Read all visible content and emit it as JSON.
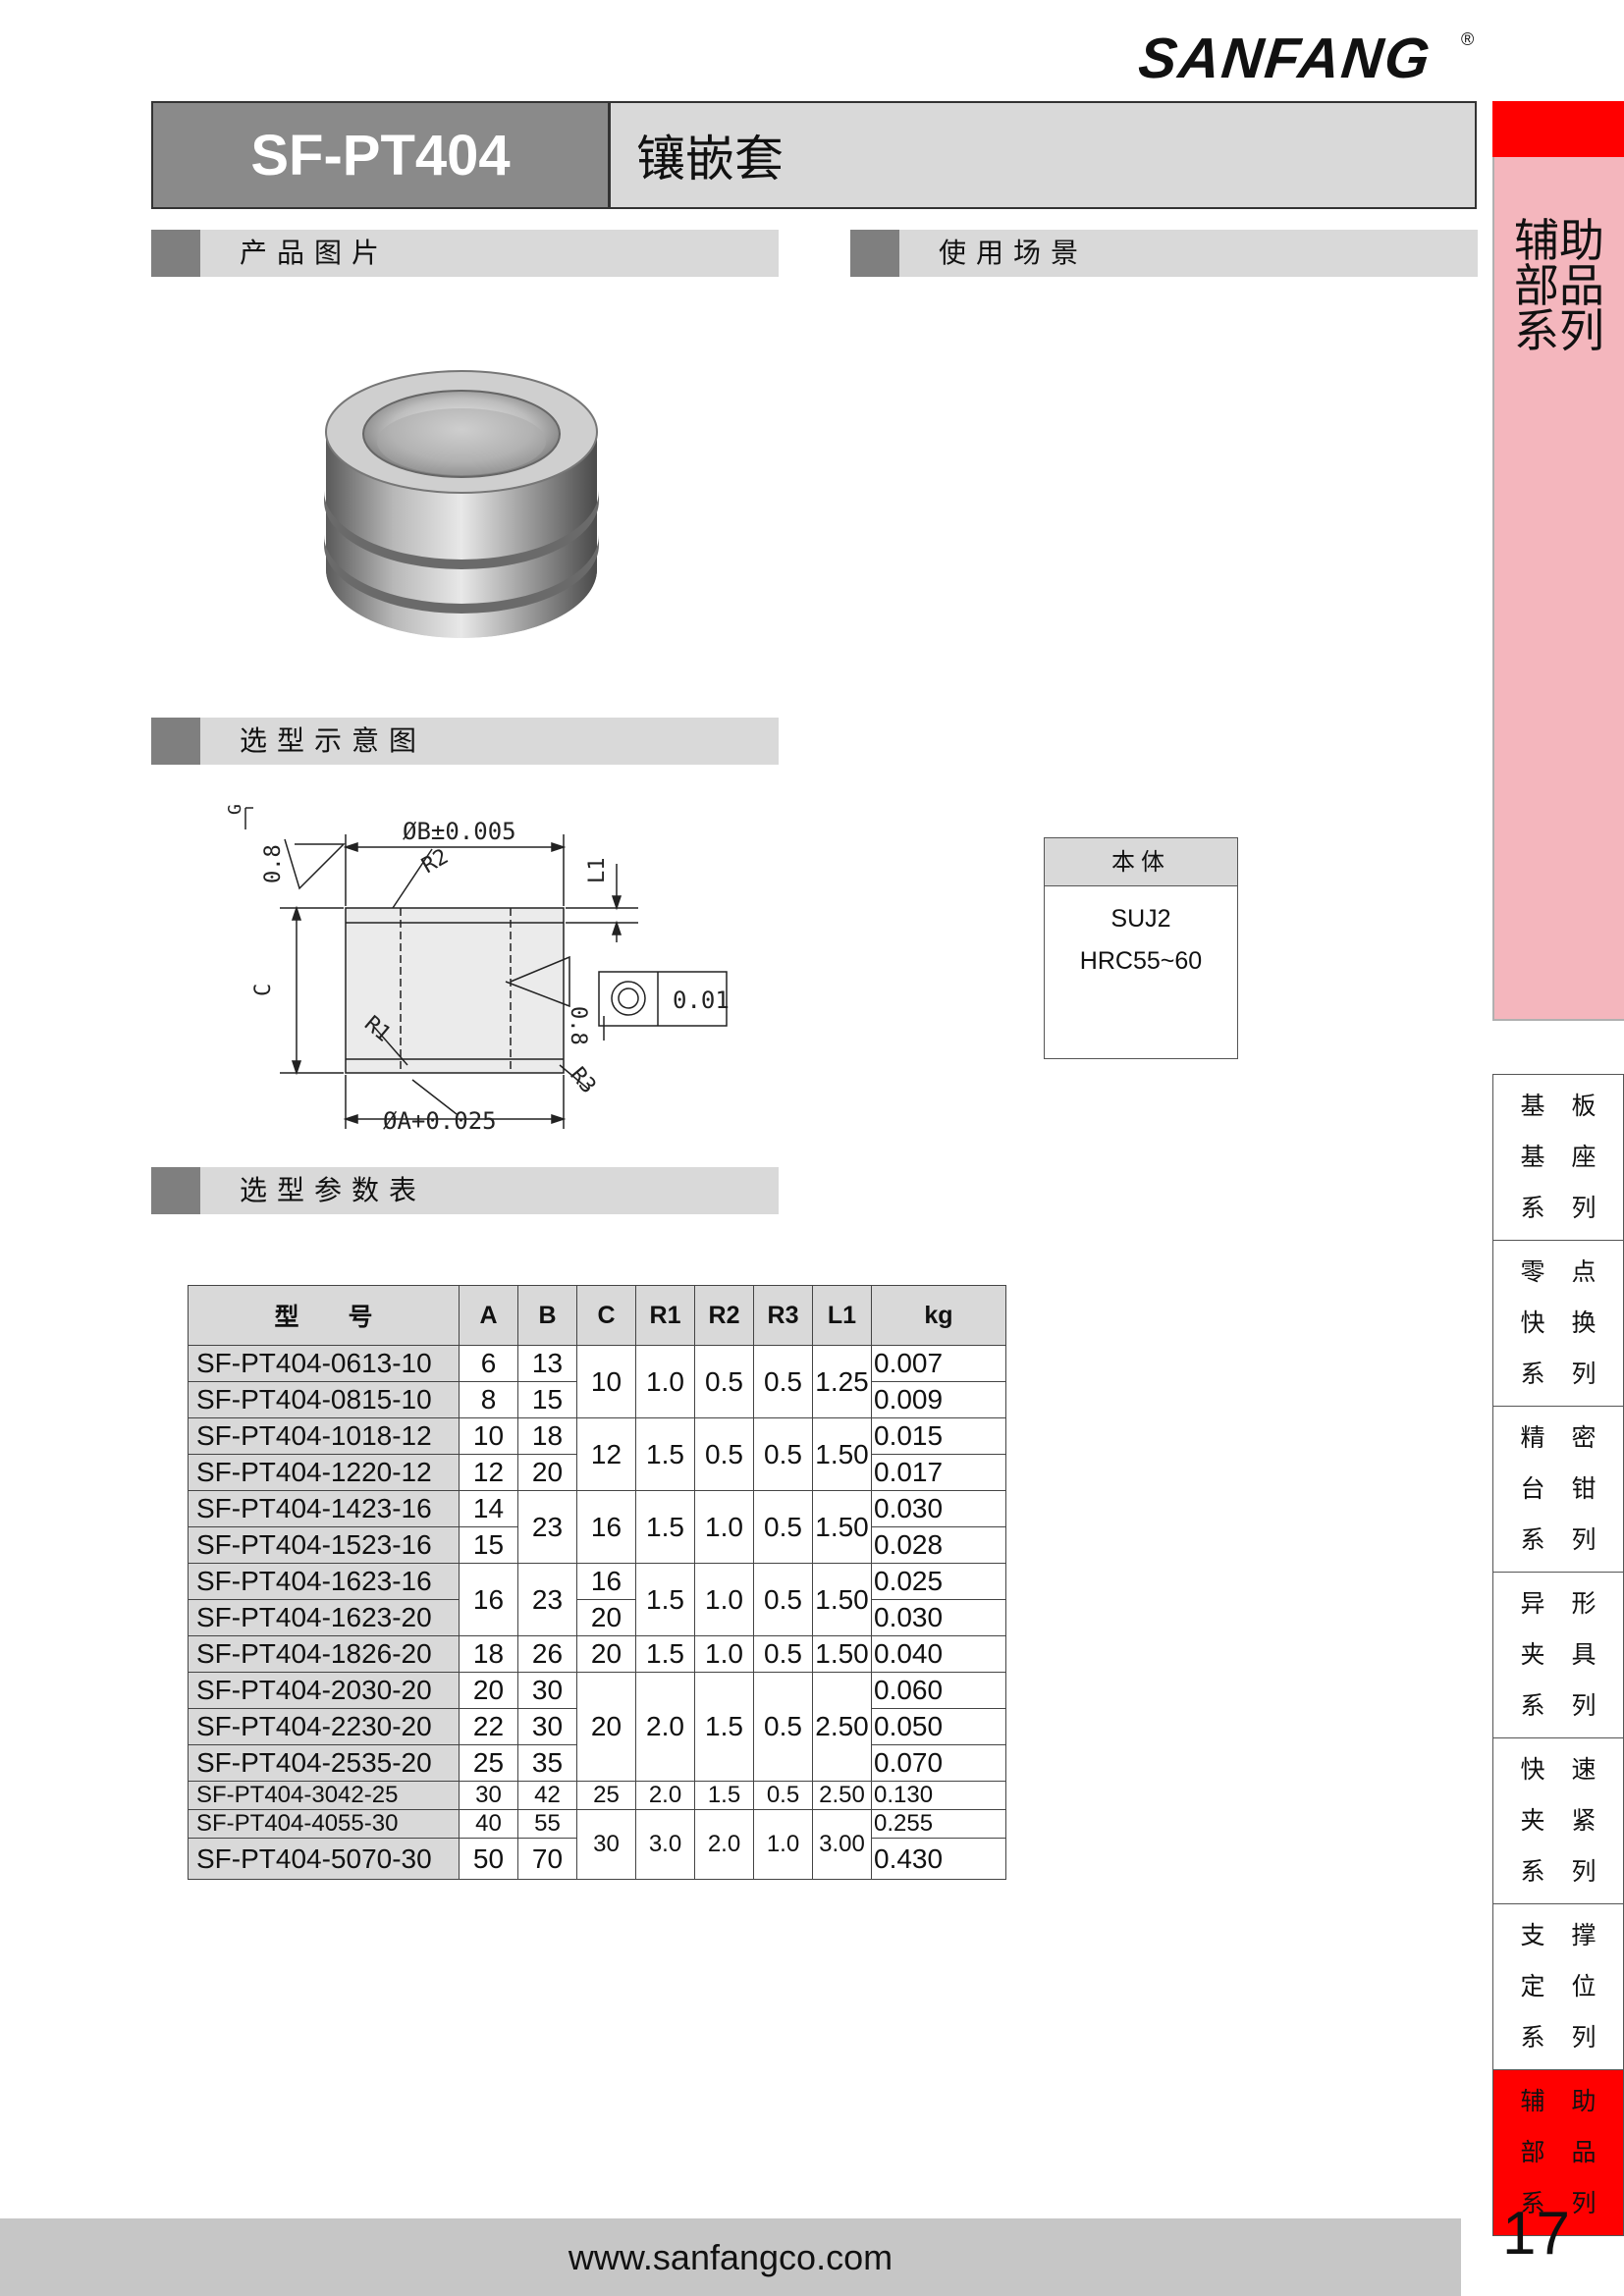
{
  "brand": {
    "name": "SANFANG",
    "reg": "®"
  },
  "title": {
    "code": "SF-PT404",
    "name": "镶嵌套"
  },
  "sections": {
    "product_image": "产品图片",
    "usage": "使用场景",
    "diagram": "选型示意图",
    "params": "选型参数表"
  },
  "side_tab": {
    "label": "辅助部品系列"
  },
  "nav": [
    {
      "rows": [
        [
          "基",
          "板"
        ],
        [
          "基",
          "座"
        ],
        [
          "系",
          "列"
        ]
      ],
      "active": false
    },
    {
      "rows": [
        [
          "零",
          "点"
        ],
        [
          "快",
          "换"
        ],
        [
          "系",
          "列"
        ]
      ],
      "active": false
    },
    {
      "rows": [
        [
          "精",
          "密"
        ],
        [
          "台",
          "钳"
        ],
        [
          "系",
          "列"
        ]
      ],
      "active": false
    },
    {
      "rows": [
        [
          "异",
          "形"
        ],
        [
          "夹",
          "具"
        ],
        [
          "系",
          "列"
        ]
      ],
      "active": false
    },
    {
      "rows": [
        [
          "快",
          "速"
        ],
        [
          "夹",
          "紧"
        ],
        [
          "系",
          "列"
        ]
      ],
      "active": false
    },
    {
      "rows": [
        [
          "支",
          "撑"
        ],
        [
          "定",
          "位"
        ],
        [
          "系",
          "列"
        ]
      ],
      "active": false
    },
    {
      "rows": [
        [
          "辅",
          "助"
        ],
        [
          "部",
          "品"
        ],
        [
          "系",
          "列"
        ]
      ],
      "active": true
    }
  ],
  "material": {
    "header": "本体",
    "line1": "SUJ2",
    "line2": "HRC55~60"
  },
  "diagram": {
    "b_dim": "ØB±0.005",
    "a_dim": "ØA+0.025",
    "r1": "R1",
    "r2": "R2",
    "r3": "R3",
    "c": "C",
    "l1": "L1",
    "rough1": "0.8",
    "rough2": "0.8",
    "g": "G",
    "tol_box": "0.01"
  },
  "table": {
    "headers": [
      "型　　号",
      "A",
      "B",
      "C",
      "R1",
      "R2",
      "R3",
      "L1",
      "kg"
    ],
    "rows": [
      [
        "SF-PT404-0613-10",
        "6",
        "13",
        "10",
        "1.0",
        "0.5",
        "0.5",
        "1.25",
        "0.007"
      ],
      [
        "SF-PT404-0815-10",
        "8",
        "15",
        "",
        "",
        "",
        "",
        "",
        "0.009"
      ],
      [
        "SF-PT404-1018-12",
        "10",
        "18",
        "12",
        "1.5",
        "0.5",
        "0.5",
        "1.50",
        "0.015"
      ],
      [
        "SF-PT404-1220-12",
        "12",
        "20",
        "",
        "",
        "",
        "",
        "",
        "0.017"
      ],
      [
        "SF-PT404-1423-16",
        "14",
        "23",
        "16",
        "1.5",
        "1.0",
        "0.5",
        "1.50",
        "0.030"
      ],
      [
        "SF-PT404-1523-16",
        "15",
        "",
        "",
        "",
        "",
        "",
        "",
        "0.028"
      ],
      [
        "SF-PT404-1623-16",
        "16",
        "23",
        "16",
        "1.5",
        "1.0",
        "0.5",
        "1.50",
        "0.025"
      ],
      [
        "SF-PT404-1623-20",
        "",
        "",
        "20",
        "",
        "",
        "",
        "",
        "0.030"
      ],
      [
        "SF-PT404-1826-20",
        "18",
        "26",
        "20",
        "1.5",
        "1.0",
        "0.5",
        "1.50",
        "0.040"
      ],
      [
        "SF-PT404-2030-20",
        "20",
        "30",
        "20",
        "2.0",
        "1.5",
        "0.5",
        "2.50",
        "0.060"
      ],
      [
        "SF-PT404-2230-20",
        "22",
        "30",
        "",
        "",
        "",
        "",
        "",
        "0.050"
      ],
      [
        "SF-PT404-2535-20",
        "25",
        "35",
        "",
        "",
        "",
        "",
        "",
        "0.070"
      ],
      [
        "SF-PT404-3042-25",
        "30",
        "42",
        "25",
        "2.0",
        "1.5",
        "0.5",
        "2.50",
        "0.130"
      ],
      [
        "SF-PT404-4055-30",
        "40",
        "55",
        "30",
        "3.0",
        "2.0",
        "1.0",
        "3.00",
        "0.255"
      ],
      [
        "SF-PT404-5070-30",
        "50",
        "70",
        "",
        "",
        "",
        "",
        "",
        "0.430"
      ]
    ]
  },
  "footer": {
    "url": "www.sanfangco.com",
    "page": "17"
  }
}
